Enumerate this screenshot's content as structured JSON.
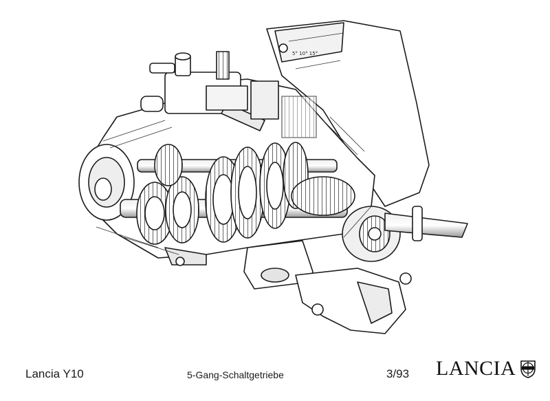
{
  "caption": {
    "model": "Lancia Y10",
    "description": "5-Gang-Schaltgetriebe",
    "issue": "3/93"
  },
  "brand": {
    "wordmark": "LANCIA",
    "emblem": "lancia-shield-icon"
  },
  "colors": {
    "ink": "#1a1a1a",
    "paper": "#ffffff",
    "shade": "#d9d9d9"
  }
}
